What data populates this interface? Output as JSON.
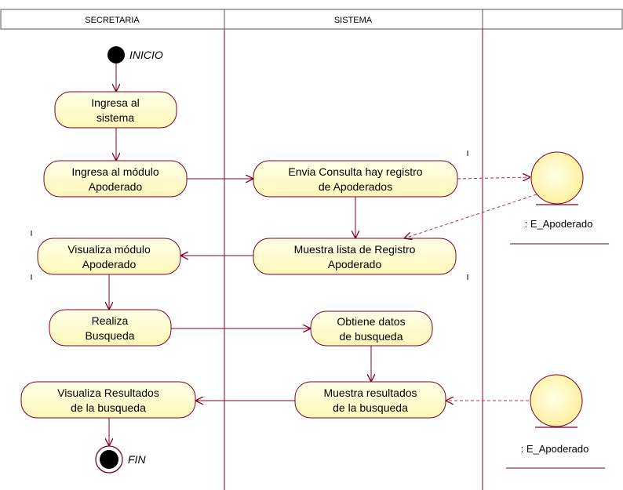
{
  "swimlanes": [
    "SECRETARIA",
    "SISTEMA",
    ""
  ],
  "start_label": "INICIO",
  "end_label": "FIN",
  "activities": {
    "ingresa_sistema": [
      "Ingresa al",
      "sistema"
    ],
    "ingresa_modulo": [
      "Ingresa al módulo",
      "Apoderado"
    ],
    "envia_consulta": [
      "Envia Consulta hay registro",
      "de Apoderados"
    ],
    "muestra_lista": [
      "Muestra lista de Registro",
      "Apoderado"
    ],
    "visualiza_modulo": [
      "Visualiza módulo",
      "Apoderado"
    ],
    "realiza_busqueda": [
      "Realiza",
      "Busqueda"
    ],
    "obtiene_datos": [
      "Obtiene datos",
      "de busqueda"
    ],
    "muestra_resultados": [
      "Muestra resultados",
      "de la busqueda"
    ],
    "visualiza_resultados": [
      "Visualiza Resultados",
      "de la busqueda"
    ]
  },
  "entities": [
    ": E_Apoderado",
    ": E_Apoderado"
  ],
  "colors": {
    "activity_fill": "#ffffcc",
    "activity_stroke": "#800020",
    "line": "#800020",
    "header_fill": "#ffffff"
  }
}
